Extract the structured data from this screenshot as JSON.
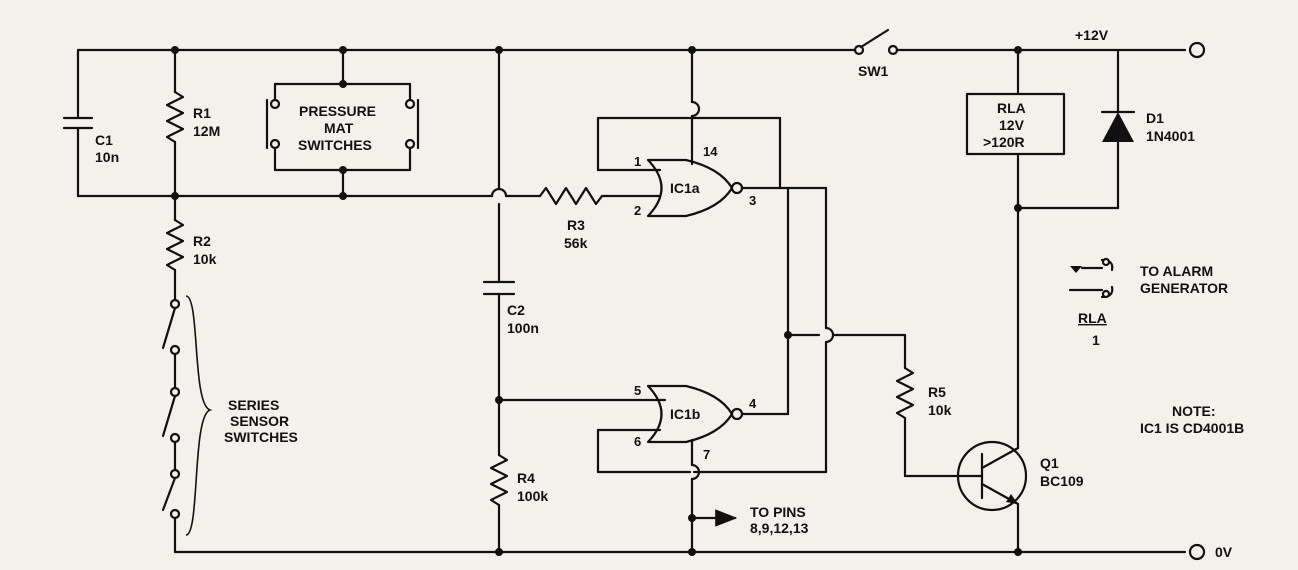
{
  "supply": {
    "positive": "+12V",
    "ground": "0V"
  },
  "components": {
    "c1": {
      "ref": "C1",
      "value": "10n"
    },
    "r1": {
      "ref": "R1",
      "value": "12M"
    },
    "r2": {
      "ref": "R2",
      "value": "10k"
    },
    "r3": {
      "ref": "R3",
      "value": "56k"
    },
    "r4": {
      "ref": "R4",
      "value": "100k"
    },
    "r5": {
      "ref": "R5",
      "value": "10k"
    },
    "c2": {
      "ref": "C2",
      "value": "100n"
    },
    "sw1": {
      "ref": "SW1"
    },
    "rla": {
      "ref": "RLA",
      "voltage": "12V",
      "resistance": ">120R"
    },
    "d1": {
      "ref": "D1",
      "value": "1N4001"
    },
    "q1": {
      "ref": "Q1",
      "value": "BC109"
    },
    "ic1a": {
      "ref": "IC1a"
    },
    "ic1b": {
      "ref": "IC1b"
    }
  },
  "pins": {
    "ic1a": {
      "in1": "1",
      "in2": "2",
      "out": "3",
      "vdd": "14"
    },
    "ic1b": {
      "in1": "5",
      "in2": "6",
      "out": "4",
      "vss": "7"
    }
  },
  "labels": {
    "pressure_mat": [
      "PRESSURE",
      "MAT",
      "SWITCHES"
    ],
    "series_sensor": [
      "SERIES",
      "SENSOR",
      "SWITCHES"
    ],
    "to_alarm": [
      "TO ALARM",
      "GENERATOR"
    ],
    "relay_contacts_ref": "RLA",
    "relay_contacts_num": "1",
    "to_pins": [
      "TO PINS",
      "8,9,12,13"
    ],
    "note": [
      "NOTE:",
      "IC1 IS CD4001B"
    ]
  }
}
